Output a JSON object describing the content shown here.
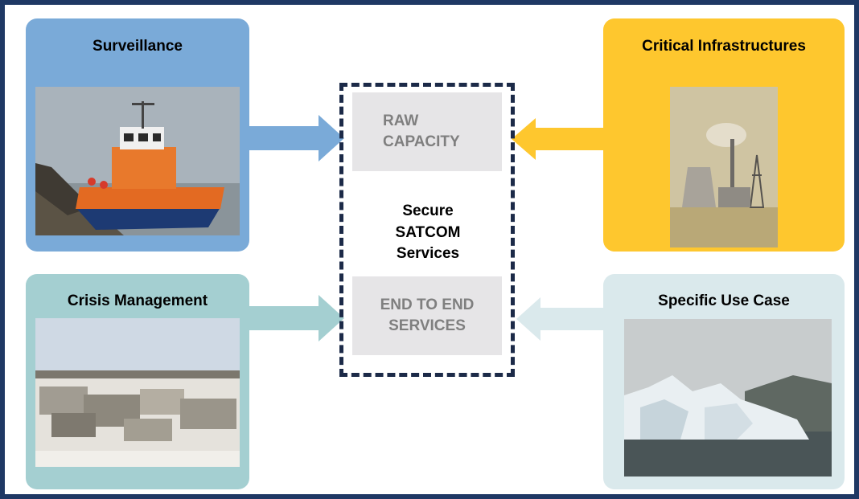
{
  "diagram": {
    "center": {
      "title": "Secure SATCOM Services",
      "top_box": "RAW CAPACITY",
      "bottom_box": "END TO END SERVICES"
    },
    "cards": {
      "surveillance": {
        "title": "Surveillance",
        "color": "#7aaad8",
        "photo": "lifeboat-photo"
      },
      "critical": {
        "title": "Critical Infrastructures",
        "color": "#fec72e",
        "photo": "power-plant-photo"
      },
      "crisis": {
        "title": "Crisis Management",
        "color": "#a4cfd1",
        "photo": "refugee-camp-photo"
      },
      "specific": {
        "title": "Specific Use Case",
        "color": "#dae9ec",
        "photo": "iceberg-photo"
      }
    },
    "colors": {
      "frame": "#1f3864",
      "dashed_border": "#1c2a48",
      "grey_box": "#e6e5e7",
      "grey_text": "#7f7f7f"
    }
  }
}
